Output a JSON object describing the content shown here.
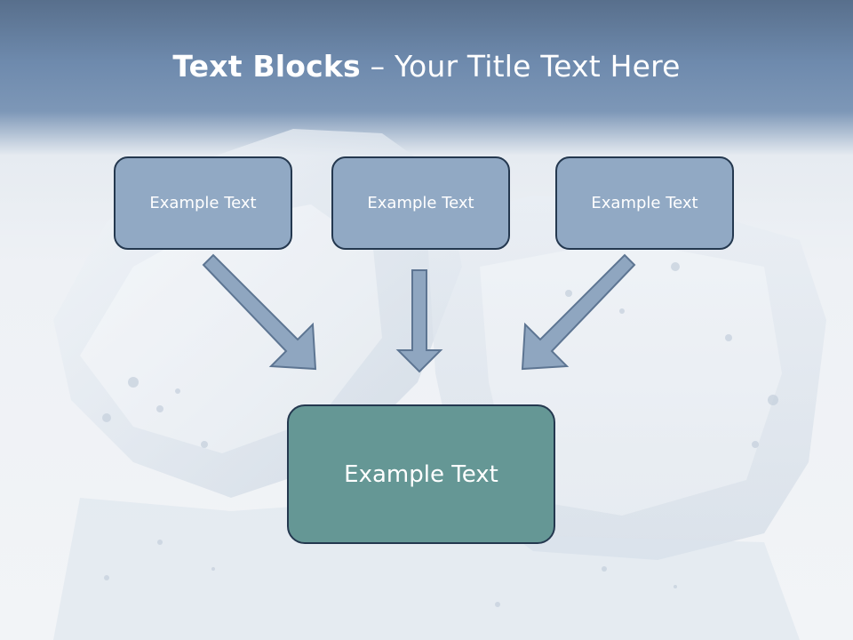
{
  "slide": {
    "title_bold": "Text Blocks",
    "title_sep": " – ",
    "title_rest": "Your Title Text Here",
    "boxes": [
      {
        "label": "Example Text"
      },
      {
        "label": "Example Text"
      },
      {
        "label": "Example Text"
      }
    ],
    "main_box": {
      "label": "Example Text"
    }
  },
  "colors": {
    "header": "#6e8aad",
    "box_fill": "#91a9c4",
    "main_box_fill": "#659795",
    "border": "#24384f",
    "arrow_fill": "#8fa6c0"
  },
  "icons": [
    "ice-cube-background",
    "arrow-down-right",
    "arrow-down",
    "arrow-down-left"
  ]
}
